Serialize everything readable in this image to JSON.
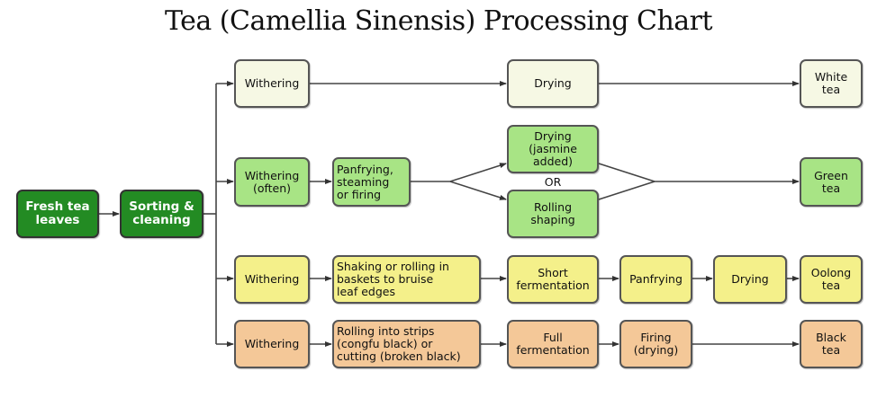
{
  "title": "Tea (Camellia Sinensis) Processing Chart",
  "colors": {
    "root": "#238b23",
    "white": "#f6f8e4",
    "green": "#a8e485",
    "oolong": "#f4f08a",
    "black": "#f4c898",
    "line": "#444444"
  },
  "root_steps": [
    {
      "id": "fresh",
      "label": "Fresh tea\nleaves"
    },
    {
      "id": "sorting",
      "label": "Sorting &\ncleaning"
    }
  ],
  "rows": {
    "white": {
      "steps": [
        {
          "id": "w1",
          "label": "Withering"
        },
        {
          "id": "w2",
          "label": "Drying"
        },
        {
          "id": "w3",
          "label": "White\ntea"
        }
      ]
    },
    "green": {
      "steps": [
        {
          "id": "g1",
          "label": "Withering\n(often)"
        },
        {
          "id": "g2",
          "label": "Panfrying,\nsteaming\nor firing"
        },
        {
          "id": "g3a",
          "label": "Drying\n(jasmine\nadded)"
        },
        {
          "id": "g3b",
          "label": "Rolling\nshaping"
        },
        {
          "id": "g4",
          "label": "Green\ntea"
        }
      ],
      "or_label": "OR"
    },
    "oolong": {
      "steps": [
        {
          "id": "o1",
          "label": "Withering"
        },
        {
          "id": "o2",
          "label": "Shaking or rolling in\nbaskets to bruise\nleaf edges"
        },
        {
          "id": "o3",
          "label": "Short\nfermentation"
        },
        {
          "id": "o4",
          "label": "Panfrying"
        },
        {
          "id": "o5",
          "label": "Drying"
        },
        {
          "id": "o6",
          "label": "Oolong\ntea"
        }
      ]
    },
    "black": {
      "steps": [
        {
          "id": "b1",
          "label": "Withering"
        },
        {
          "id": "b2",
          "label": "Rolling into strips\n(congfu black) or\ncutting (broken black)"
        },
        {
          "id": "b3",
          "label": "Full\nfermentation"
        },
        {
          "id": "b4",
          "label": "Firing\n(drying)"
        },
        {
          "id": "b5",
          "label": "Black\ntea"
        }
      ]
    }
  }
}
